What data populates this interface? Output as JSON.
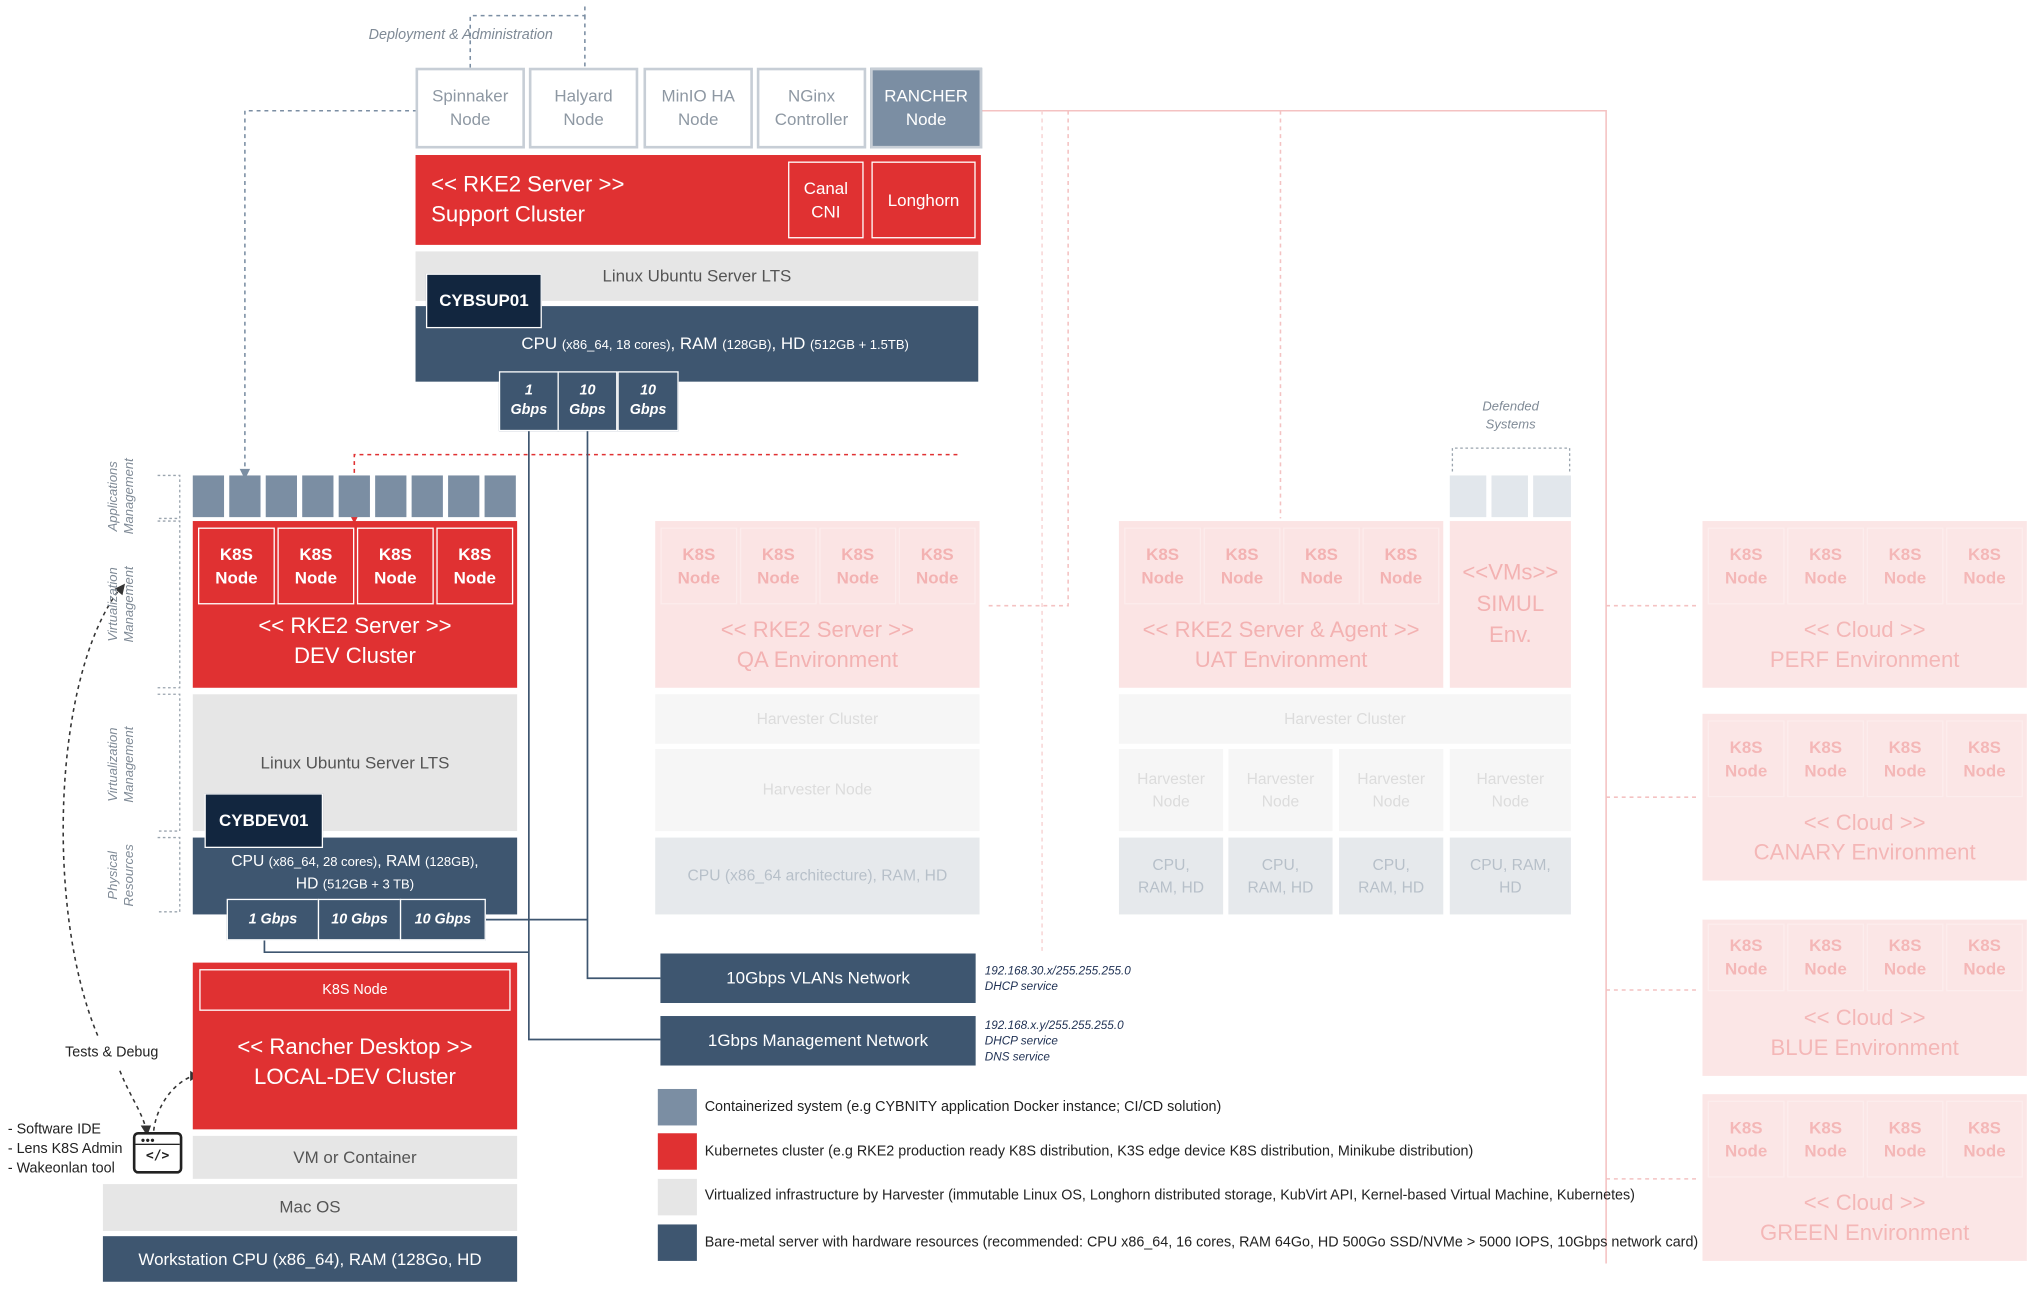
{
  "deployment_label": "Deployment & Administration",
  "support": {
    "nodes": [
      {
        "line1": "Spinnaker",
        "line2": "Node"
      },
      {
        "line1": "Halyard",
        "line2": "Node"
      },
      {
        "line1": "MinIO HA",
        "line2": "Node"
      },
      {
        "line1": "NGinx",
        "line2": "Controller"
      },
      {
        "line1": "RANCHER",
        "line2": "Node"
      }
    ],
    "cluster_line1": "<< RKE2 Server >>",
    "cluster_line2": "Support Cluster",
    "canal_line1": "Canal",
    "canal_line2": "CNI",
    "longhorn": "Longhorn",
    "os": "Linux Ubuntu Server LTS",
    "server_name": "CYBSUP01",
    "hw_cpu": "CPU",
    "hw_cpu_detail": "(x86_64, 18 cores)",
    "hw_ram": ", RAM",
    "hw_ram_detail": "(128GB)",
    "hw_hd": ", HD",
    "hw_hd_detail": "(512GB + 1.5TB)",
    "nics": [
      {
        "line1": "1",
        "line2": "Gbps"
      },
      {
        "line1": "10",
        "line2": "Gbps"
      },
      {
        "line1": "10",
        "line2": "Gbps"
      }
    ]
  },
  "side_labels": {
    "apps_line1": "Applications",
    "apps_line2": "Management",
    "virt1_line1": "Virtualization",
    "virt1_line2": "Management",
    "virt2_line1": "Virtualization",
    "virt2_line2": "Management",
    "phys_line1": "Physical",
    "phys_line2": "Resources"
  },
  "dev": {
    "k8s_nodes": [
      {
        "line1": "K8S",
        "line2": "Node"
      },
      {
        "line1": "K8S",
        "line2": "Node"
      },
      {
        "line1": "K8S",
        "line2": "Node"
      },
      {
        "line1": "K8S",
        "line2": "Node"
      }
    ],
    "cluster_line1": "<< RKE2 Server >>",
    "cluster_line2": "DEV Cluster",
    "os": "Linux Ubuntu Server LTS",
    "server_name": "CYBDEV01",
    "hw_line1_cpu": "CPU",
    "hw_line1_cpu_detail": "(x86_64, 28 cores)",
    "hw_line1_ram": ", RAM",
    "hw_line1_ram_detail": "(128GB)",
    "hw_line1_tail": ",",
    "hw_line2_hd": "HD",
    "hw_line2_hd_detail": "(512GB + 3 TB)",
    "nics": [
      "1 Gbps",
      "10 Gbps",
      "10 Gbps"
    ]
  },
  "local": {
    "k8s_node": "K8S Node",
    "cluster_line1": "<< Rancher Desktop >>",
    "cluster_line2": "LOCAL-DEV Cluster",
    "vm": "VM or Container",
    "os": "Mac OS",
    "hw": "Workstation CPU (x86_64), RAM (128Go, HD"
  },
  "tests_label": "Tests & Debug",
  "tools": [
    "-  Software IDE",
    "-  Lens K8S Admin",
    "-  Wakeonlan tool"
  ],
  "code_icon_text": "</>",
  "networks": [
    {
      "label": "10Gbps VLANs Network",
      "sub": [
        "192.168.30.x/255.255.255.0",
        "DHCP service"
      ]
    },
    {
      "label": "1Gbps Management Network",
      "sub": [
        "192.168.x.y/255.255.255.0",
        "DHCP service",
        "DNS service"
      ]
    }
  ],
  "qa": {
    "k8s_nodes": [
      {
        "line1": "K8S",
        "line2": "Node"
      },
      {
        "line1": "K8S",
        "line2": "Node"
      },
      {
        "line1": "K8S",
        "line2": "Node"
      },
      {
        "line1": "K8S",
        "line2": "Node"
      }
    ],
    "cluster_line1": "<< RKE2 Server >>",
    "cluster_line2": "QA Environment",
    "harvester_cluster": "Harvester Cluster",
    "harvester_node": "Harvester Node",
    "hw": "CPU (x86_64 architecture), RAM, HD"
  },
  "uat": {
    "k8s_nodes": [
      {
        "line1": "K8S",
        "line2": "Node"
      },
      {
        "line1": "K8S",
        "line2": "Node"
      },
      {
        "line1": "K8S",
        "line2": "Node"
      },
      {
        "line1": "K8S",
        "line2": "Node"
      }
    ],
    "cluster_line1": "<< RKE2 Server & Agent >>",
    "cluster_line2": "UAT Environment",
    "harvester_cluster": "Harvester Cluster",
    "harvester_nodes": [
      {
        "line1": "Harvester",
        "line2": "Node"
      },
      {
        "line1": "Harvester",
        "line2": "Node"
      },
      {
        "line1": "Harvester",
        "line2": "Node"
      },
      {
        "line1": "Harvester",
        "line2": "Node"
      }
    ],
    "hw": [
      {
        "line1": "CPU,",
        "line2": "RAM, HD"
      },
      {
        "line1": "CPU,",
        "line2": "RAM, HD"
      },
      {
        "line1": "CPU,",
        "line2": "RAM, HD"
      },
      {
        "line1": "CPU, RAM,",
        "line2": "HD"
      }
    ]
  },
  "simul": {
    "defended_line1": "Defended",
    "defended_line2": "Systems",
    "line1": "<<VMs>>",
    "line2": "SIMUL",
    "line3": "Env."
  },
  "clouds": [
    {
      "line1": "<< Cloud >>",
      "line2": "PERF Environment"
    },
    {
      "line1": "<< Cloud >>",
      "line2": "CANARY Environment"
    },
    {
      "line1": "<< Cloud >>",
      "line2": "BLUE Environment"
    },
    {
      "line1": "<< Cloud >>",
      "line2": "GREEN Environment"
    }
  ],
  "cloud_node": {
    "line1": "K8S",
    "line2": "Node"
  },
  "legend": [
    {
      "color": "#7b8ea3",
      "text": "Containerized system (e.g CYBNITY application Docker instance; CI/CD solution)"
    },
    {
      "color": "#e03132",
      "text": "Kubernetes cluster (e.g RKE2 production ready K8S distribution, K3S edge device K8S distribution, Minikube distribution)"
    },
    {
      "color": "#e6e6e6",
      "text": "Virtualized infrastructure by Harvester (immutable Linux OS, Longhorn distributed storage, KubVirt API, Kernel-based Virtual Machine, Kubernetes)"
    },
    {
      "color": "#3e5670",
      "text": "Bare-metal server with hardware resources (recommended: CPU x86_64, 16 cores, RAM 64Go, HD 500Go SSD/NVMe > 5000 IOPS, 10Gbps network card)"
    }
  ]
}
